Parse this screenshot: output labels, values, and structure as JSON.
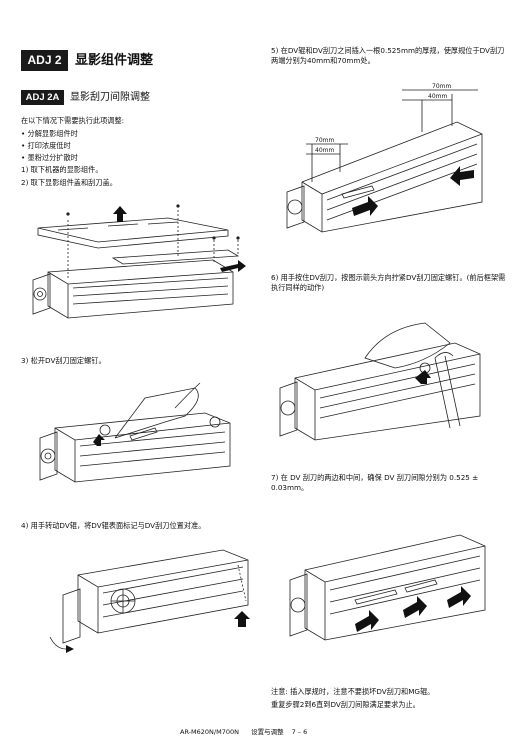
{
  "header": {
    "badge": "ADJ 2",
    "title": "显影组件调整"
  },
  "section": {
    "badge": "ADJ 2A",
    "title": "显影刮刀间隙调整"
  },
  "intro": {
    "condition": "在以下情况下需要执行此项调整:",
    "bullets": [
      "• 分解显影组件时",
      "• 打印浓度低时",
      "• 墨粉过分扩散时"
    ],
    "step1": "1)  取下机器的显影组件。",
    "step2": "2)  取下显影组件盖和刮刀盖。"
  },
  "step3": "3)  松开DV刮刀固定螺钉。",
  "step4": "4)  用手转动DV辊，将DV辊表面标记与DV刮刀位置对准。",
  "step5": "5)  在DV辊和DV刮刀之间插入一根0.525mm的厚规，使厚规位于DV刮刀两端分别为40mm和70mm处。",
  "fig5_labels": {
    "a": "70mm",
    "b": "40mm",
    "c": "70mm",
    "d": "40mm"
  },
  "step6": "6)  用手按住DV刮刀，按图示箭头方向拧紧DV刮刀固定螺钉。(前后框架需执行同样的动作)",
  "step7": "7) 在 DV 刮刀的两边和中间，确保 DV 刮刀间隙分别为 0.525 ± 0.03mm。",
  "note_line1": "注意: 插入厚规时，注意不要损坏DV刮刀和MG辊。",
  "note_line2": "重复步骤2到6直到DV刮刀间隙满足要求为止。",
  "footer": {
    "model": "AR-M620N/M700N",
    "section": "设置与调整",
    "page": "7 – 6"
  }
}
